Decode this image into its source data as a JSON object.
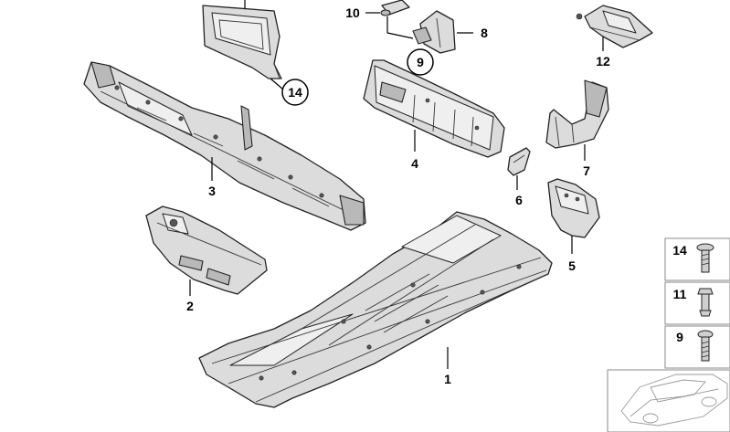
{
  "callouts": [
    {
      "id": "1",
      "label": "1"
    },
    {
      "id": "2",
      "label": "2"
    },
    {
      "id": "3",
      "label": "3"
    },
    {
      "id": "4",
      "label": "4"
    },
    {
      "id": "5",
      "label": "5"
    },
    {
      "id": "6",
      "label": "6"
    },
    {
      "id": "7",
      "label": "7"
    },
    {
      "id": "8",
      "label": "8"
    },
    {
      "id": "9",
      "label": "9"
    },
    {
      "id": "10",
      "label": "10"
    },
    {
      "id": "12",
      "label": "12"
    },
    {
      "id": "14",
      "label": "14"
    }
  ],
  "fastener_panels": [
    {
      "label": "14"
    },
    {
      "label": "11"
    },
    {
      "label": "9"
    }
  ]
}
